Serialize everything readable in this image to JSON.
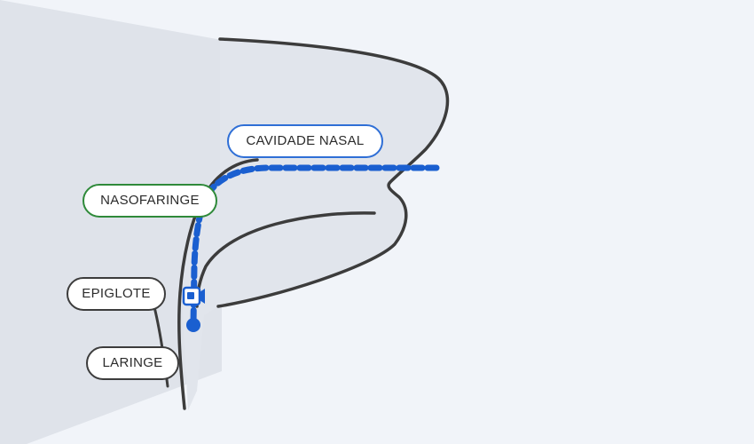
{
  "labels": {
    "nasal_cavity": "CAVIDADE NASAL",
    "nasopharynx": "NASOFARINGE",
    "epiglottis": "EPIGLOTE",
    "larynx": "LARINGE"
  },
  "colors": {
    "background": "#f1f4f9",
    "head_fill": "#e1e5ec",
    "beam": "#d7dbe2",
    "outline": "#3c3c3c",
    "path": "#1a5fd0",
    "nasal_border": "#2f6fd6",
    "nasopharynx_border": "#2f8a3a",
    "default_border": "#3c3c3c"
  },
  "icons": {
    "camera": "video-camera-icon",
    "endpoint": "probe-tip-dot"
  }
}
